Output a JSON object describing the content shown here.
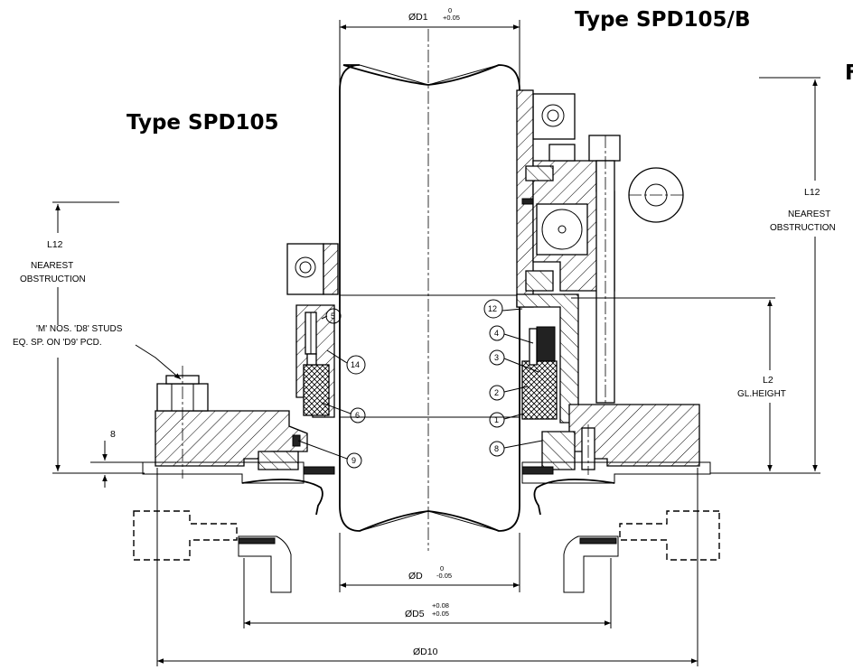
{
  "titles": {
    "type_b": "Type SPD105/B",
    "type": "Type SPD105",
    "edge_fragment": "F"
  },
  "dimensions": {
    "d1": {
      "label": "ØD1",
      "tol_upper": "0",
      "tol_lower": "+0.05"
    },
    "d": {
      "label": "ØD",
      "tol_upper": "0",
      "tol_lower": "-0.05"
    },
    "d5": {
      "label": "ØD5",
      "tol_upper": "+0.08",
      "tol_lower": "+0.05"
    },
    "d10": {
      "label": "ØD10"
    },
    "l12_left": {
      "label": "L12",
      "line1": "NEAREST",
      "line2": "OBSTRUCTION"
    },
    "l12_right": {
      "label": "L12",
      "line1": "NEAREST",
      "line2": "OBSTRUCTION"
    },
    "l2": {
      "label": "L2",
      "line2": "GL.HEIGHT"
    },
    "gap": {
      "label": "8"
    }
  },
  "studs_note": {
    "line1": "'M' NOS. 'D8' STUDS",
    "line2": "EQ. SP. ON 'D9' PCD."
  },
  "balloons": {
    "b1": "1",
    "b2": "2",
    "b3": "3",
    "b4": "4",
    "b5": "5",
    "b6": "6",
    "b8": "8",
    "b9": "9",
    "b12": "12",
    "b14": "14"
  }
}
